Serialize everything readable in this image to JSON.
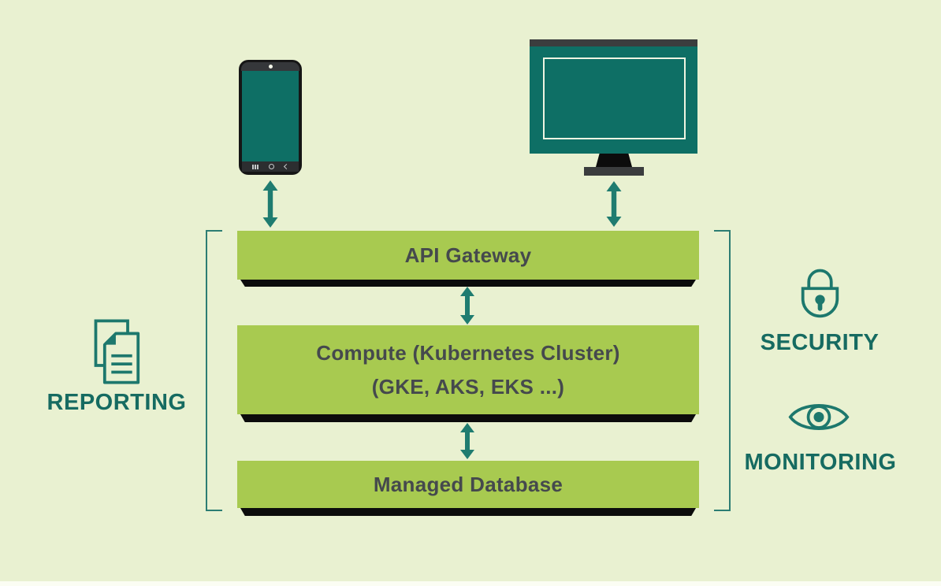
{
  "diagram_title": "cloud-architecture-stack",
  "colors": {
    "background": "#e9f1d1",
    "layer_green": "#a8ca50",
    "layer_shadow_black": "#0c0c0c",
    "teal_label": "#166b61",
    "teal_icon": "#1d786d",
    "arrow_teal": "#1f7c70",
    "device_screen_teal": "#0e6f65",
    "device_gray": "#3b3d3e",
    "layer_text": "#45494d"
  },
  "devices": {
    "phone": {
      "name": "mobile-device",
      "nav_icons": [
        "recents-icon",
        "home-icon",
        "back-icon"
      ]
    },
    "monitor": {
      "name": "desktop-monitor"
    }
  },
  "layers": [
    {
      "line1": "API Gateway"
    },
    {
      "line1": "Compute (Kubernetes Cluster)",
      "line2": "(GKE, AKS, EKS ...)"
    },
    {
      "line1": "Managed Database"
    }
  ],
  "side_labels": {
    "reporting": "REPORTING",
    "security": "SECURITY",
    "monitoring": "MONITORING"
  },
  "icons": {
    "reporting": "documents-icon",
    "security": "padlock-icon",
    "monitoring": "eye-icon"
  }
}
